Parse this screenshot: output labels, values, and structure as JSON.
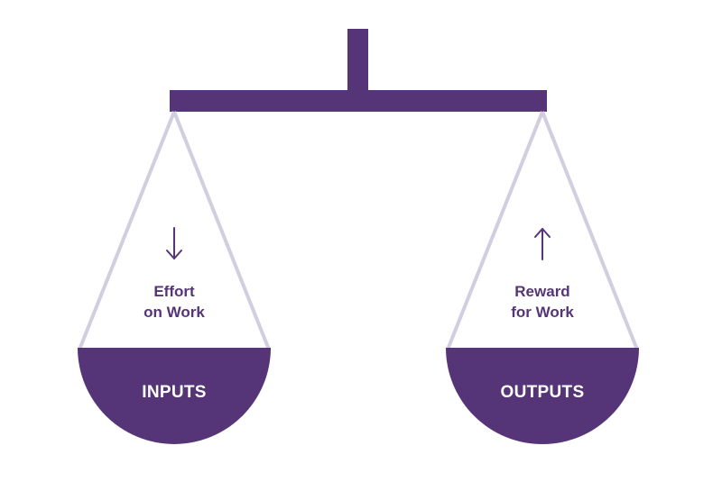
{
  "left_pan": {
    "caption": "Effort\non Work",
    "label": "INPUTS",
    "arrow_icon": "arrow-down-icon"
  },
  "right_pan": {
    "caption": "Reward\nfor Work",
    "label": "OUTPUTS",
    "arrow_icon": "arrow-up-icon"
  },
  "colors": {
    "primary": "#553578",
    "string": "#d3cde0",
    "background": "#ffffff"
  }
}
